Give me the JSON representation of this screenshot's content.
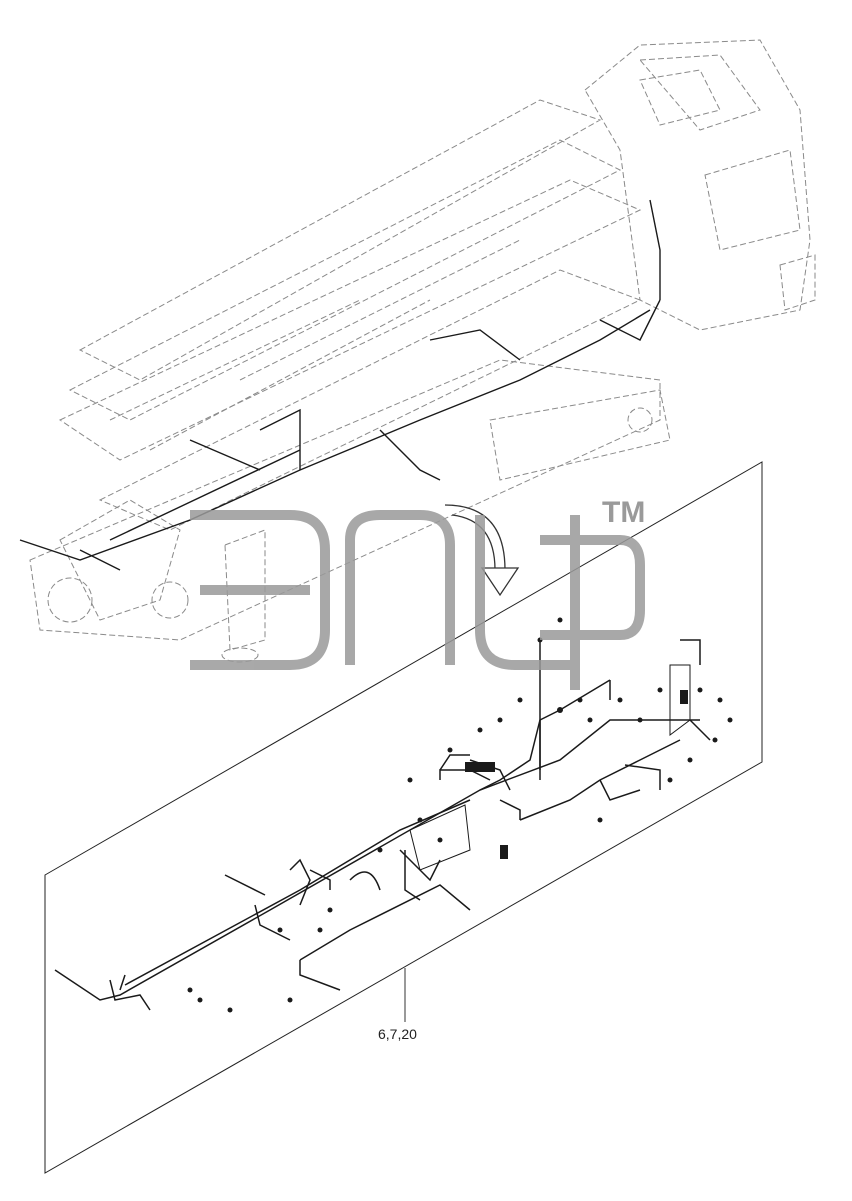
{
  "callout": {
    "label": "6,7,20"
  },
  "watermark": {
    "text": "ЭПЦ",
    "mark": "TM"
  },
  "colors": {
    "line": "#1a1a1a",
    "ghost": "#8a8a8a",
    "watermark": "#9a9a9a"
  }
}
